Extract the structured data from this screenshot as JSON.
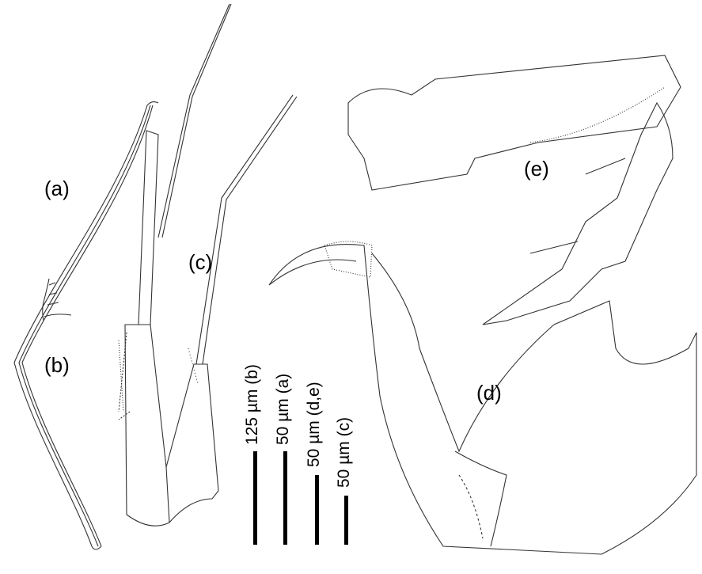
{
  "panel_labels": {
    "a": "(a)",
    "b": "(b)",
    "c": "(c)",
    "d": "(d)",
    "e": "(e)"
  },
  "scale_bars": [
    {
      "label": "125 µm (b)"
    },
    {
      "label": "50 µm (a)"
    },
    {
      "label": "50 µm (d,e)"
    },
    {
      "label": "50 µm (c)"
    }
  ]
}
